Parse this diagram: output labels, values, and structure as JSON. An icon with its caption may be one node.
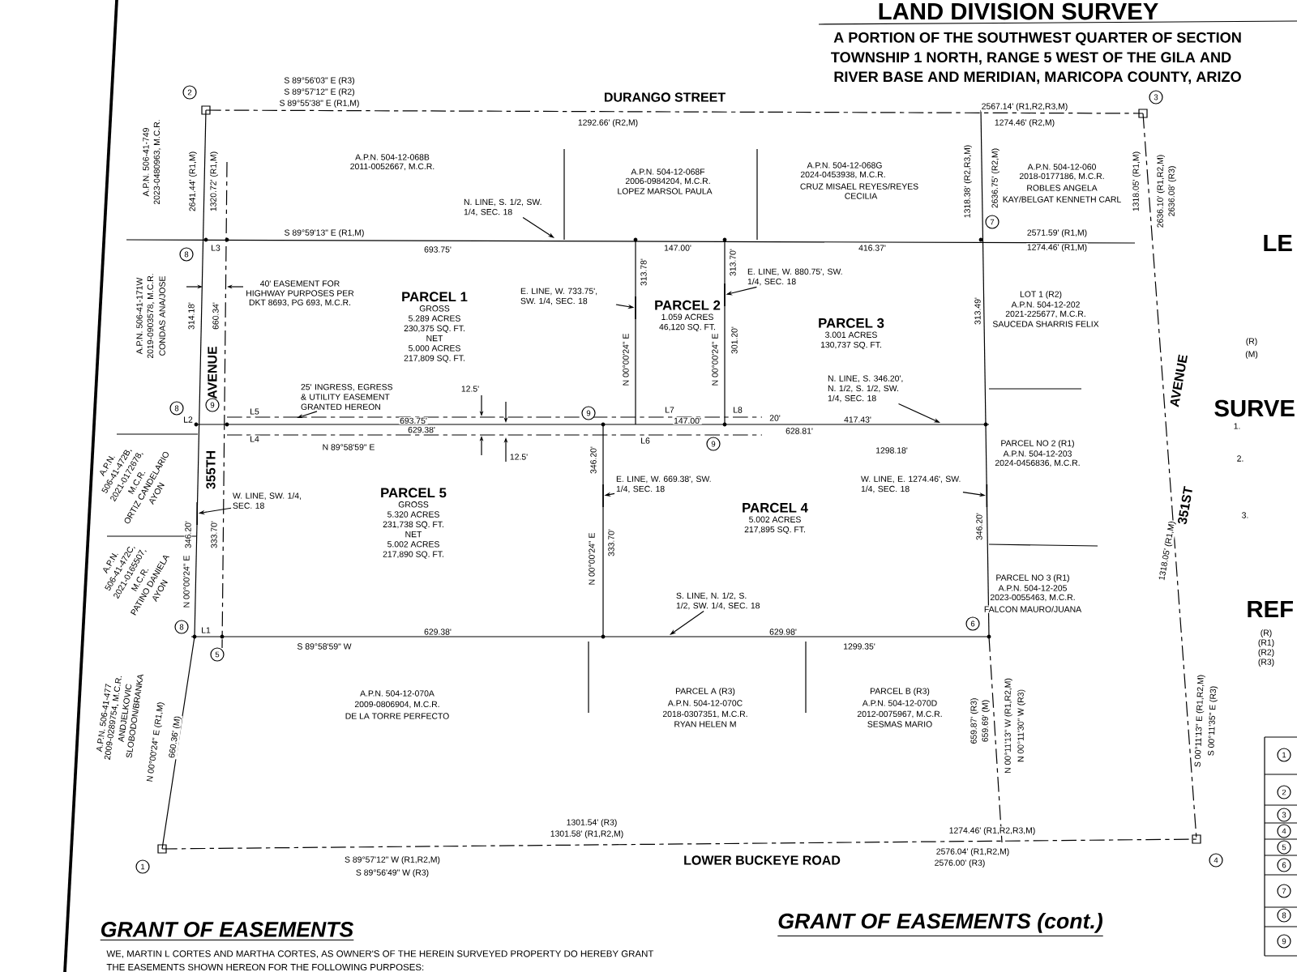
{
  "diagram": {
    "title": "LAND DIVISION SURVEY",
    "nodes": [
      {
        "text": [
          "PARCEL 1",
          "GROSS",
          "5.289 ACRES",
          "230,375 SQ. FT.",
          "NET",
          "5.000 ACRES",
          "217,809 SQ. FT."
        ]
      },
      {
        "text": [
          "PARCEL 2",
          "1.059 ACRES",
          "46,120 SQ. FT."
        ]
      },
      {
        "text": [
          "PARCEL 3",
          "3.001 ACRES",
          "130,737 SQ. FT."
        ]
      },
      {
        "text": [
          "PARCEL 4",
          "5.002 ACRES",
          "217,895 SQ. FT."
        ]
      },
      {
        "text": [
          "PARCEL 5",
          "GROSS",
          "5.320 ACRES",
          "231,738 SQ. FT.",
          "NET",
          "5.002 ACRES",
          "217,890 SQ. FT."
        ]
      },
      {
        "text": [
          "N. LINE, S. 1/2, SW. 1/4, SEC. 18"
        ]
      },
      {
        "text": [
          "E. LINE, W. 733.75', SW. 1/4, SEC. 18"
        ]
      },
      {
        "text": [
          "E. LINE, W. 880.75', SW. 1/4, SEC. 18"
        ]
      },
      {
        "text": [
          "25' INGRESS, EGRESS & UTILITY EASEMENT GRANTED HEREON"
        ]
      },
      {
        "text": [
          "N. LINE, S. 346.20', N. 1/2, S. 1/2, SW. 1/4, SEC. 18"
        ]
      },
      {
        "text": [
          "W. LINE, E. 1274.46', SW. 1/4, SEC. 18"
        ]
      },
      {
        "text": [
          "E. LINE, W. 669.38', SW. 1/4, SEC. 18"
        ]
      },
      {
        "text": [
          "W. LINE, SW. 1/4, SEC. 18"
        ]
      },
      {
        "text": [
          "S. LINE, N. 1/2, S. 1/2, SW. 1/4, SEC. 18"
        ]
      },
      {
        "text": [],
        "shape": "line"
      },
      {
        "text": [],
        "shape": "line"
      },
      {
        "text": [],
        "shape": "line"
      },
      {
        "text": [],
        "shape": "line"
      },
      {
        "text": [],
        "shape": "line"
      }
    ],
    "edges": [
      {
        "from": 5,
        "to": null,
        "arrow": "to"
      },
      {
        "from": 6,
        "to": 16,
        "arrow": "to"
      },
      {
        "from": 7,
        "to": 17,
        "arrow": "to"
      },
      {
        "from": 8,
        "to": null,
        "arrow": "to"
      },
      {
        "from": 9,
        "to": null,
        "arrow": "to"
      },
      {
        "from": 10,
        "to": 18,
        "arrow": "to"
      },
      {
        "from": 11,
        "to": 15,
        "arrow": "to"
      },
      {
        "from": 12,
        "to": 14,
        "arrow": "to"
      },
      {
        "from": 13,
        "to": null,
        "arrow": "to"
      }
    ],
    "labels": [
      "A PORTION OF THE SOUTHWEST QUARTER OF SECTION",
      "TOWNSHIP 1 NORTH, RANGE 5 WEST OF THE GILA AND",
      "RIVER BASE AND MERIDIAN, MARICOPA COUNTY, ARIZO",
      "S 89°56'03\" E (R3)",
      "S 89°57'12\" E (R2)",
      "S 89°55'38\" E (R1,M)",
      "2",
      "DURANGO STREET",
      "2567.14' (R1,R2,R3,M)",
      "3",
      "1292.66' (R2,M)",
      "1274.46' (R2,M)",
      "A.P.N. 506-41-749",
      "2023-0480963, M.C.R.",
      "A.P.N. 504-12-068B",
      "2011-0052667, M.C.R.",
      "2641.44' (R1,M)",
      "1320.72' (R1,M)",
      "A.P.N. 504-12-068F",
      "2006-0984204, M.C.R.",
      "LOPEZ MARSOL PAULA",
      "A.P.N. 504-12-068G",
      "2024-0453938, M.C.R.",
      "CRUZ MISAEL REYES/REYES",
      "CECILIA",
      "1318.38' (R2,R3,M)",
      "2636.75' (R2,M)",
      "A.P.N. 504-12-060",
      "2018-0177186, M.C.R.",
      "ROBLES ANGELA",
      "KAY/BELGAT KENNETH CARL",
      "1318.05' (R1,M)",
      "2636.10' (R1,R2,M)",
      "2636.08' (R3)",
      "7",
      "S 89°59'13\" E (R1,M)",
      "2571.59' (R1,M)",
      "8",
      "L3",
      "693.75'",
      "147.00'",
      "416.37'",
      "1274.46' (R1,M)",
      "313.78'",
      "313.70'",
      "40' EASEMENT FOR",
      "HIGHWAY PURPOSES PER",
      "DKT 8693, PG 693, M.C.R.",
      "A.P.N. 506-41-171W",
      "2019-0903578, M.C.R.",
      "CONDAS ANA/JOSE",
      "314.18'",
      "660.34'",
      "AVENUE",
      "N 00°00'24\" E",
      "N 00°00'24\" E",
      "301.20'",
      "313.49'",
      "LOT 1 (R2)",
      "A.P.N. 504-12-202",
      "2021-225677, M.C.R.",
      "SAUCEDA SHARRIS FELIX",
      "12.5'",
      "8",
      "L2",
      "9",
      "L5",
      "693.75'",
      "9",
      "L7",
      "147.00'",
      "L8",
      "20'",
      "417.43'",
      "L4",
      "N 89°58'59\" E",
      "629.38'",
      "12.5'",
      "L6",
      "9",
      "628.81'",
      "1298.18'",
      "A.P.N.",
      "506-41-472B,",
      "2021-0172678,",
      "M.C.R.",
      "ORTIZ CANDELARIO",
      "AYON",
      "A.P.N.",
      "506-41-472C,",
      "2021-0165507,",
      "M.C.R.",
      "PATINO DANIELA",
      "AYON",
      "355TH",
      "346.20'",
      "333.70'",
      "N 00°00'24\" E",
      "346.20'",
      "N 00°00'24\" E",
      "333.70'",
      "PARCEL NO 2 (R1)",
      "A.P.N. 504-12-203",
      "2024-0456836, M.C.R.",
      "346.20'",
      "AVENUE",
      "351ST",
      "1318.05' (R1,M)",
      "PARCEL NO 3 (R1)",
      "A.P.N. 504-12-205",
      "2023-0055463, M.C.R.",
      "FALCON MAURO/JUANA",
      "8",
      "6",
      "L1",
      "629.38'",
      "629.98'",
      "5",
      "S 89°58'59\" W",
      "1299.35'",
      "A.P.N. 504-12-070A",
      "2009-0806904, M.C.R.",
      "DE LA TORRE PERFECTO",
      "PARCEL A (R3)",
      "A.P.N. 504-12-070C",
      "2018-0307351, M.C.R.",
      "RYAN HELEN M",
      "PARCEL B (R3)",
      "A.P.N. 504-12-070D",
      "2012-0075967, M.C.R.",
      "SESMAS MARIO",
      "A.P.N. 506-41-477",
      "2009-0289754, M.C.R.",
      "ANDJELKOVIC",
      "SLOBODON/BRANKA",
      "N 00°00'24\" E (R1,M)",
      "660.36' (M)",
      "1",
      "1301.54' (R3)",
      "1301.58' (R1,R2,M)",
      "S 89°57'12\" W (R1,R2,M)",
      "S 89°56'49\" W (R3)",
      "LOWER BUCKEYE ROAD",
      "659.87' (R3)",
      "659.69' (M)",
      "N 00°11'13\" W (R1,R2,M)",
      "N 00°11'30\" W (R3)",
      "S 00°11'13\" E (R1,R2,M)",
      "S 00°11'35\" E (R3)",
      "1274.46' (R1,R2,R3,M)",
      "2576.04' (R1,R2,M)",
      "2576.00' (R3)",
      "4",
      "GRANT OF EASEMENTS",
      "GRANT OF EASEMENTS (cont.)",
      "WE, MARTIN L CORTES AND MARTHA CORTES, AS OWNER'S OF THE HEREIN SURVEYED PROPERTY DO HEREBY GRANT",
      "THE EASEMENTS SHOWN HEREON FOR THE FOLLOWING PURPOSES:",
      "LE",
      "(R)",
      "(M)",
      "SURVE",
      "1.",
      "2.",
      "3.",
      "REF",
      "(R)",
      "(R1)",
      "(R2)",
      "(R3)",
      "1",
      "2",
      "3",
      "4",
      "5",
      "6",
      "7",
      "8",
      "9"
    ]
  }
}
